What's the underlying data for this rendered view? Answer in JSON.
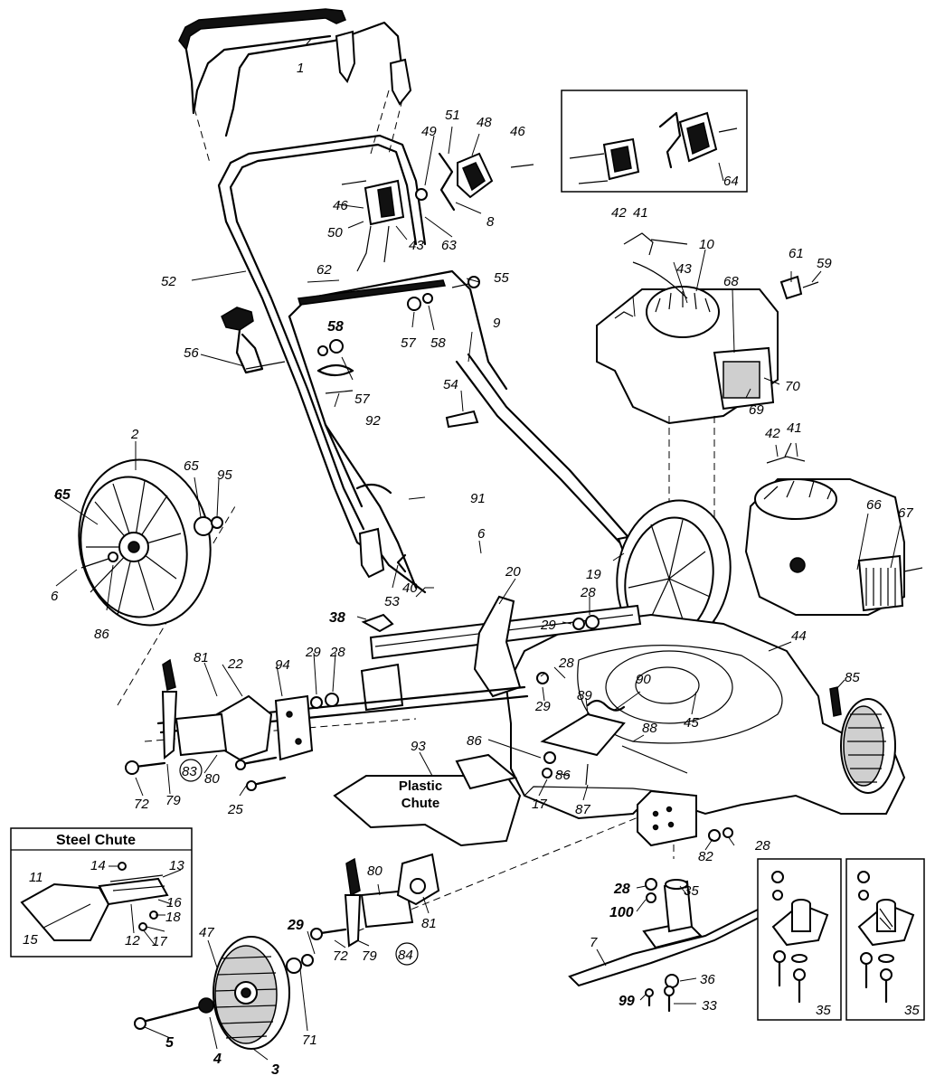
{
  "callouts": {
    "plastic_chute": [
      "Plastic",
      "Chute"
    ],
    "steel_chute": "Steel Chute"
  },
  "labels": {
    "l1": "1",
    "l2": "2",
    "l3": "3",
    "l4": "4",
    "l5": "5",
    "l6a": "6",
    "l6b": "6",
    "l7": "7",
    "l8": "8",
    "l9": "9",
    "l10": "10",
    "l11": "11",
    "l12": "12",
    "l13": "13",
    "l14": "14",
    "l15": "15",
    "l16": "16",
    "l17a": "17",
    "l17b": "17",
    "l18": "18",
    "l19": "19",
    "l20": "20",
    "l22": "22",
    "l25": "25",
    "l28a": "28",
    "l28b": "28",
    "l28c": "28",
    "l28d": "28",
    "l28e": "28",
    "l29a": "29",
    "l29b": "29",
    "l29c": "29",
    "l29d": "29",
    "l33": "33",
    "l35a": "35",
    "l35b": "35",
    "l35c": "35",
    "l36": "36",
    "l38": "38",
    "l40": "40",
    "l41a": "41",
    "l41b": "41",
    "l42a": "42",
    "l42b": "42",
    "l43a": "43",
    "l43b": "43",
    "l44": "44",
    "l45": "45",
    "l46a": "46",
    "l46b": "46",
    "l47": "47",
    "l48": "48",
    "l49": "49",
    "l50": "50",
    "l51": "51",
    "l52": "52",
    "l53": "53",
    "l54": "54",
    "l55": "55",
    "l56": "56",
    "l57a": "57",
    "l57b": "57",
    "l58a": "58",
    "l58b": "58",
    "l59": "59",
    "l61": "61",
    "l62": "62",
    "l63": "63",
    "l64": "64",
    "l65a": "65",
    "l65b": "65",
    "l66": "66",
    "l67": "67",
    "l68": "68",
    "l69": "69",
    "l70": "70",
    "l71": "71",
    "l72a": "72",
    "l72b": "72",
    "l79a": "79",
    "l79b": "79",
    "l80a": "80",
    "l80b": "80",
    "l81a": "81",
    "l81b": "81",
    "l82": "82",
    "l83": "83",
    "l84": "84",
    "l85": "85",
    "l86a": "86",
    "l86b": "86",
    "l86c": "86",
    "l87": "87",
    "l88": "88",
    "l89": "89",
    "l90": "90",
    "l91": "91",
    "l92": "92",
    "l93": "93",
    "l94": "94",
    "l95": "95",
    "l99": "99",
    "l100": "100"
  }
}
